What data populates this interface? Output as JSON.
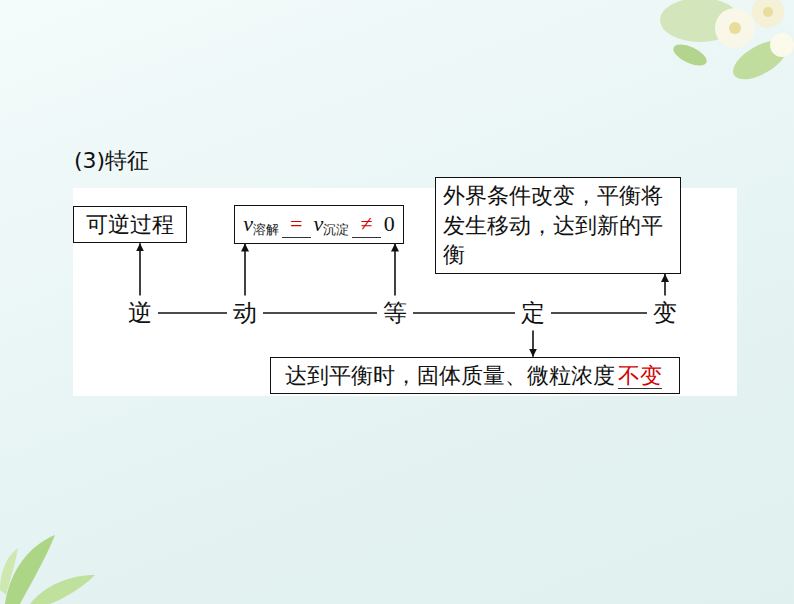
{
  "diagram": {
    "title": "(3)特征",
    "nodes": [
      {
        "text": [
          "可逆过程"
        ]
      },
      {
        "text": [
          "v溶解",
          "=",
          "v沉淀",
          "≠",
          "0"
        ]
      },
      {
        "text": [
          "外界条件改变，平衡将发生移动，达到新的平衡"
        ]
      },
      {
        "text": [
          "逆"
        ]
      },
      {
        "text": [
          "动"
        ]
      },
      {
        "text": [
          "等"
        ]
      },
      {
        "text": [
          "定"
        ]
      },
      {
        "text": [
          "变"
        ]
      },
      {
        "text": [
          "达到平衡时，固体质量、微粒浓度",
          "不变"
        ]
      }
    ],
    "edges": [
      {
        "from": 3,
        "to": 0,
        "arrow": "to"
      },
      {
        "from": 4,
        "to": 1,
        "arrow": "to"
      },
      {
        "from": 5,
        "to": 1,
        "arrow": "to"
      },
      {
        "from": 6,
        "to": 8,
        "arrow": "to"
      },
      {
        "from": 7,
        "to": 2,
        "arrow": "to"
      },
      {
        "from": 3,
        "to": 4,
        "arrow": "none"
      },
      {
        "from": 4,
        "to": 5,
        "arrow": "none"
      },
      {
        "from": 5,
        "to": 6,
        "arrow": "none"
      },
      {
        "from": 6,
        "to": 7,
        "arrow": "none"
      }
    ]
  }
}
